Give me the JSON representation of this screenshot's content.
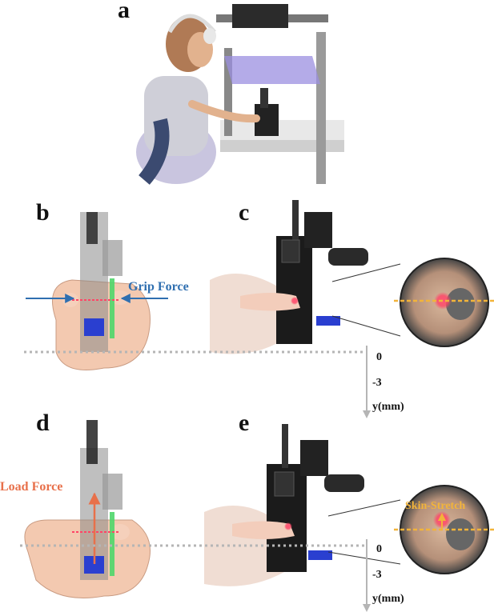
{
  "panels": {
    "a": "a",
    "b": "b",
    "c": "c",
    "d": "d",
    "e": "e"
  },
  "labels": {
    "grip_force": "Grip Force",
    "load_force": "Load Force",
    "skin_stretch": "Skin-Stretch"
  },
  "axis_top": {
    "zero": "0",
    "minus3": "-3",
    "unit": "y(mm)"
  },
  "axis_bottom": {
    "zero": "0",
    "minus3": "-3",
    "unit": "y(mm)"
  },
  "colors": {
    "grip_arrow": "#2f6fb0",
    "load_arrow": "#e8704a",
    "skin_stretch": "#f2b43a",
    "reference_line": "#b5b5b5",
    "contact_dot": "#ff3355"
  }
}
